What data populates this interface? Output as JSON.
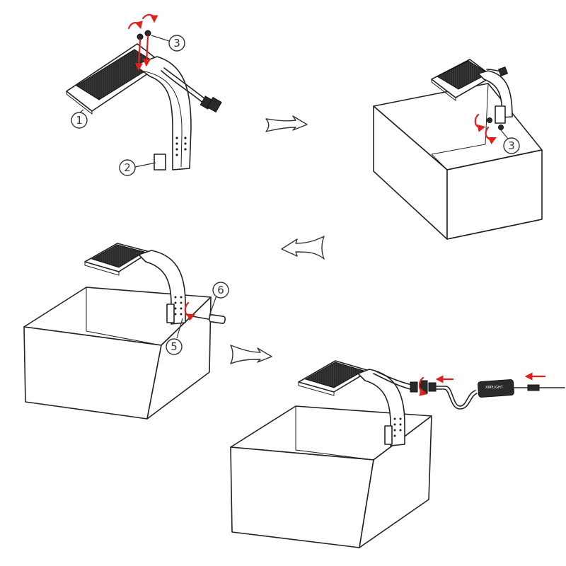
{
  "callouts": [
    {
      "id": "c1",
      "label": "1"
    },
    {
      "id": "c2",
      "label": "2"
    },
    {
      "id": "c3a",
      "label": "3"
    },
    {
      "id": "c3b",
      "label": "3"
    },
    {
      "id": "c5",
      "label": "5"
    },
    {
      "id": "c6",
      "label": "6"
    }
  ],
  "colors": {
    "line": "#222222",
    "accent": "#e0201c",
    "background": "#ffffff"
  },
  "driver_label": "XRPLIGHT"
}
